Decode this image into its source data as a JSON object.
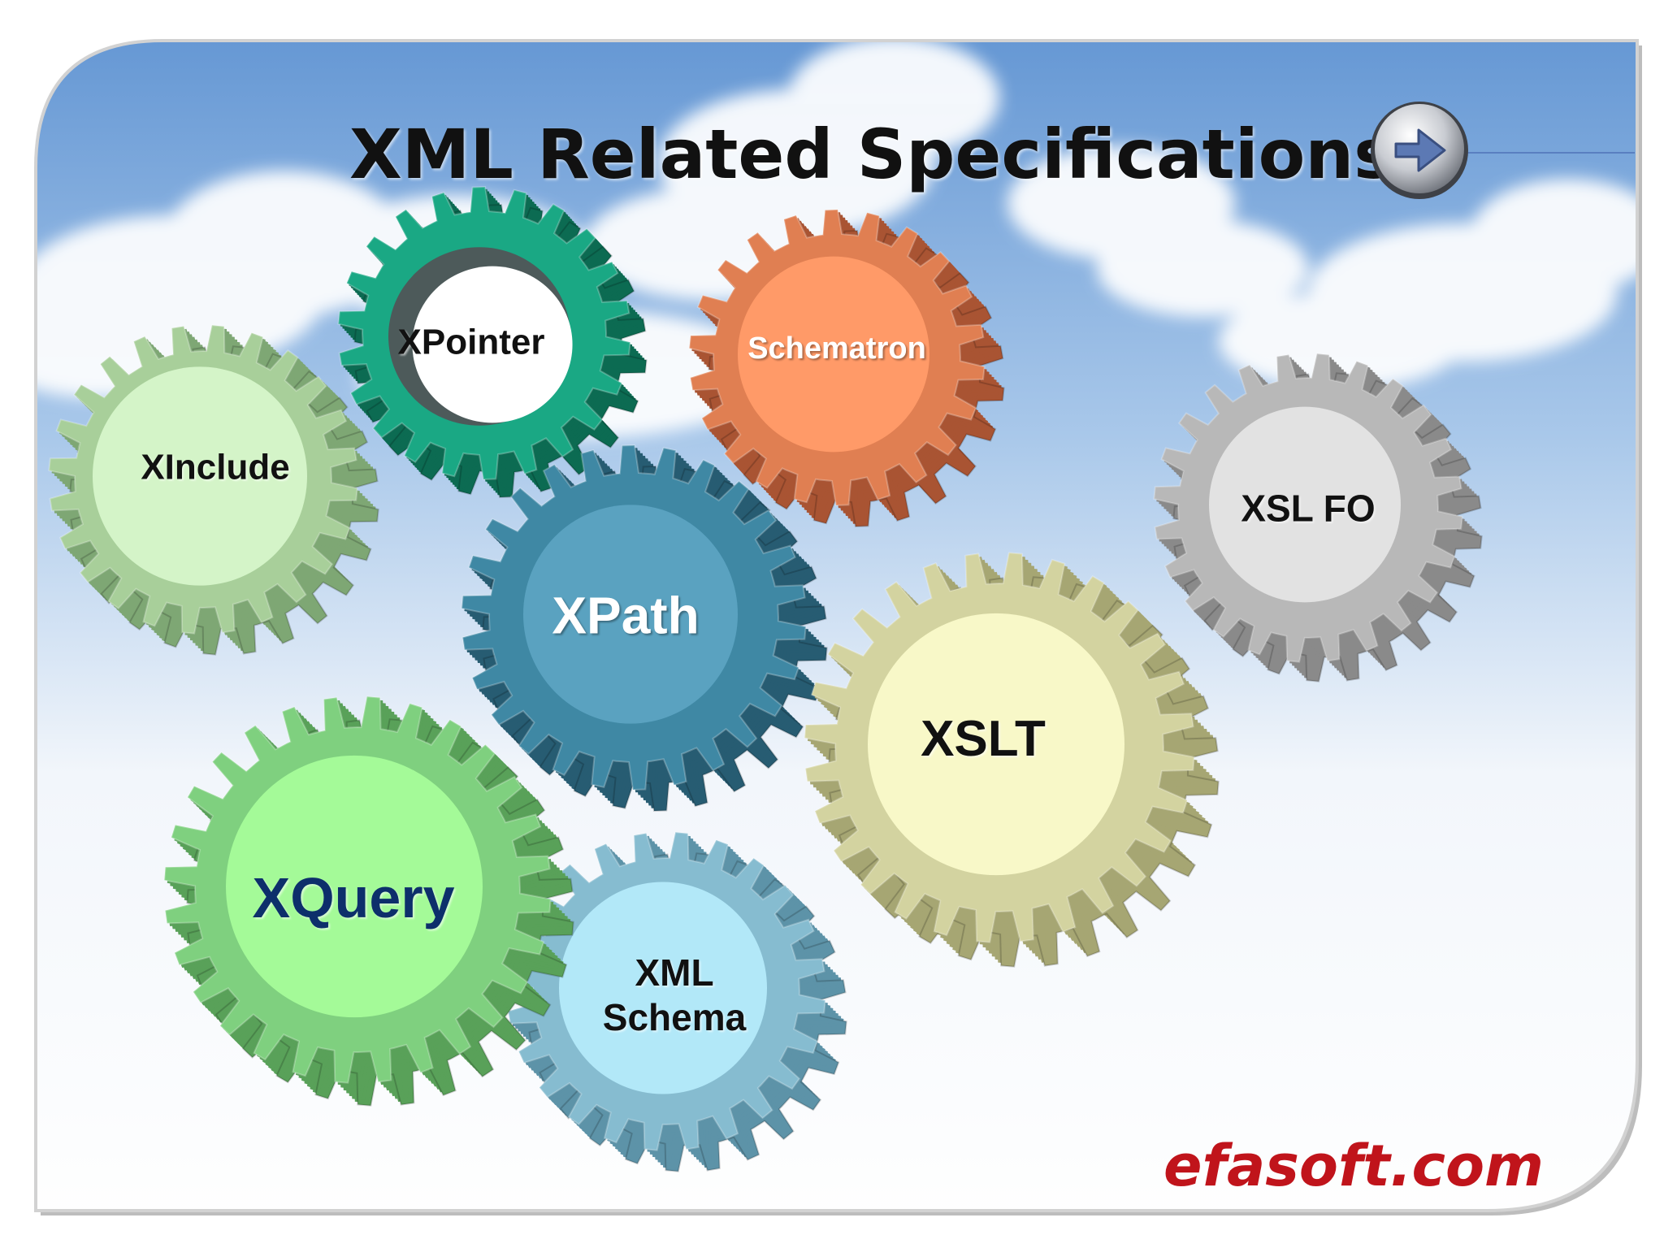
{
  "slide": {
    "title": "XML Related Specifications",
    "brand": "efasoft.com",
    "next_icon": "arrow-right-icon"
  },
  "gears": [
    {
      "id": "xpointer",
      "label": "XPointer",
      "face": "#1aa884",
      "side": "#0c6b52",
      "hub": "#d8d8d8",
      "hollow": true,
      "text_color": "#111111"
    },
    {
      "id": "xinclude",
      "label": "XInclude",
      "face": "#a8cf9a",
      "side": "#7ea774",
      "hub": "#d4f4c8",
      "hollow": false,
      "text_color": "#111111"
    },
    {
      "id": "schematron",
      "label": "Schematron",
      "face": "#e07f52",
      "side": "#a95433",
      "hub": "#ff9a68",
      "hollow": false,
      "text_color": "#ffffff"
    },
    {
      "id": "xpath",
      "label": "XPath",
      "face": "#3f88a4",
      "side": "#275c72",
      "hub": "#5aa2c0",
      "hollow": false,
      "text_color": "#ffffff"
    },
    {
      "id": "xslfo",
      "label": "XSL FO",
      "face": "#b8b8b8",
      "side": "#8a8a8a",
      "hub": "#e2e2e2",
      "hollow": false,
      "text_color": "#111111"
    },
    {
      "id": "xslt",
      "label": "XSLT",
      "face": "#d3d3a0",
      "side": "#a6a673",
      "hub": "#f8f8c8",
      "hollow": false,
      "text_color": "#111111"
    },
    {
      "id": "xquery",
      "label": "XQuery",
      "face": "#7fd07f",
      "side": "#59a159",
      "hub": "#a4fa98",
      "hollow": false,
      "text_color": "#0d2f6b"
    },
    {
      "id": "xmlschema",
      "label": "XML Schema",
      "face": "#86bcd0",
      "side": "#5d93a8",
      "hub": "#b2e8f8",
      "hollow": false,
      "text_color": "#111111"
    }
  ]
}
